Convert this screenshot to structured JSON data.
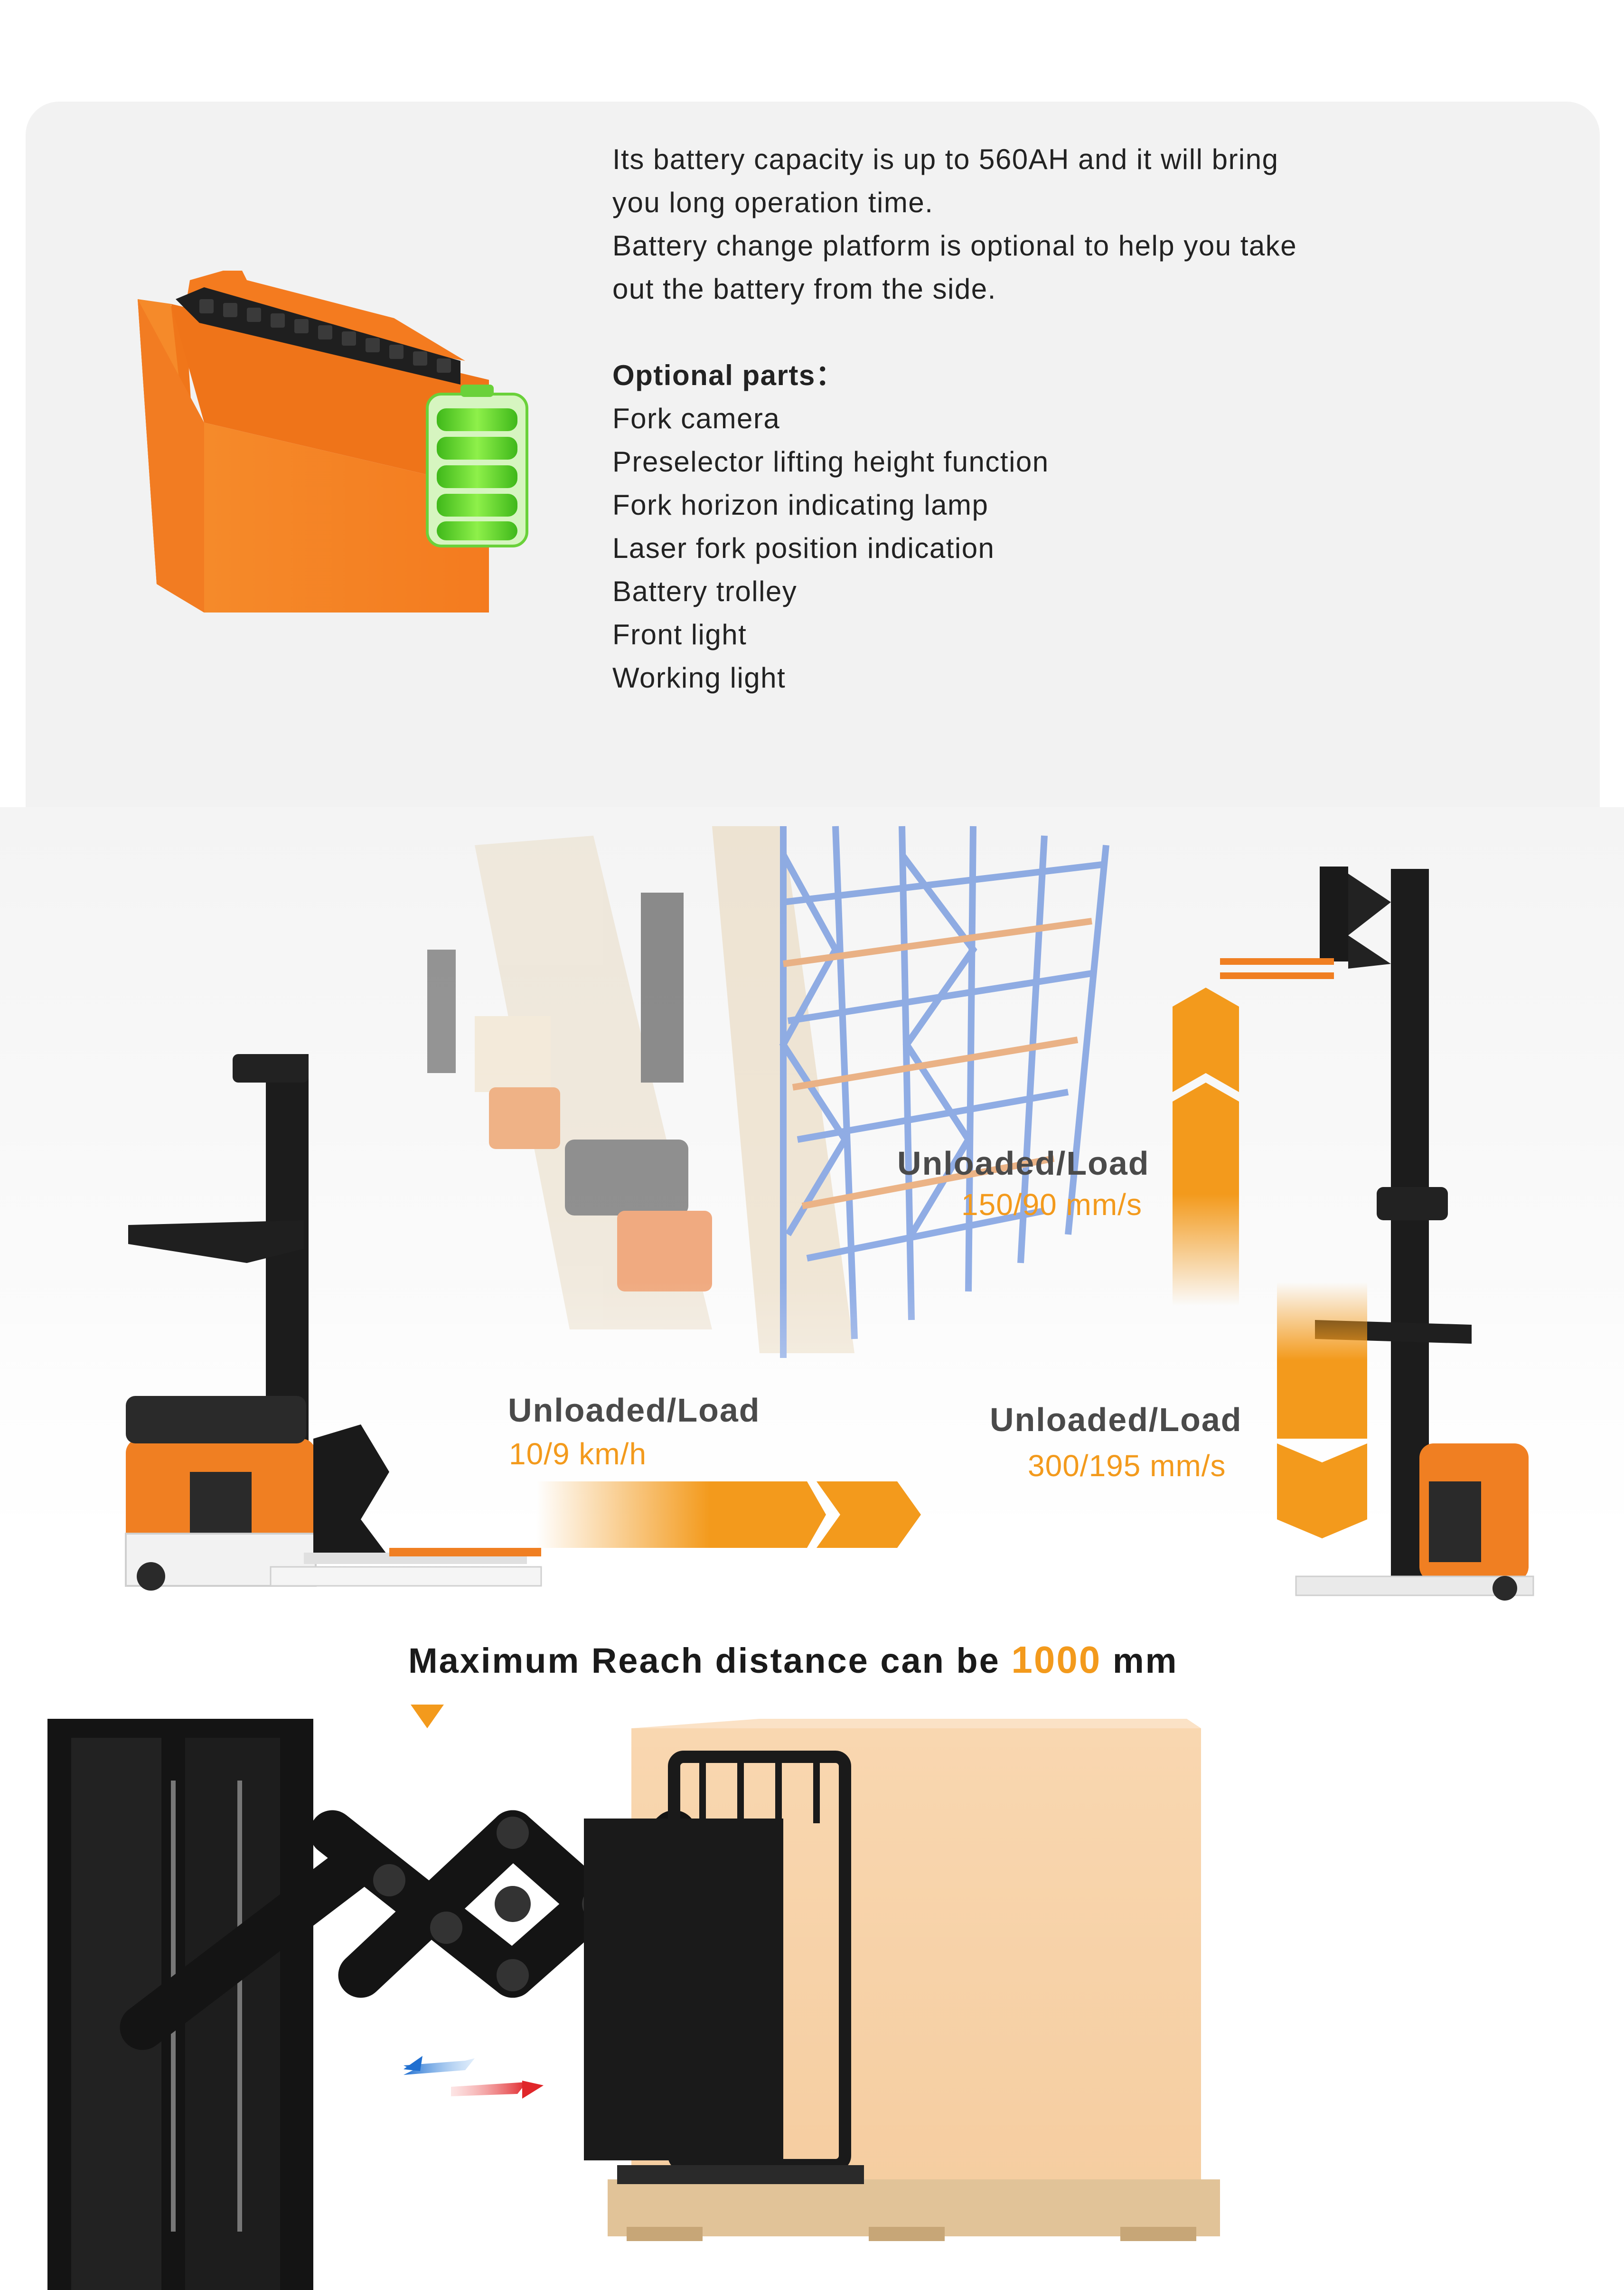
{
  "battery": {
    "line1_pre": "Its battery capacity is up to ",
    "line1_num": "560",
    "line1_post": "AH and it will bring",
    "line2": "you long operation time.",
    "line3": "Battery change platform is optional to help you take",
    "line4": "out the battery from the side.",
    "optional_heading": "Optional parts：",
    "optional_items": [
      "Fork camera",
      "Preselector lifting height function",
      "Fork horizon indicating lamp",
      "Laser fork position indication",
      "Battery trolley",
      "Front light",
      "Working light"
    ]
  },
  "speeds": {
    "lift": {
      "label": "Unloaded/Load",
      "value": "150/90  mm/s"
    },
    "travel": {
      "label": "Unloaded/Load",
      "value": "10/9 km/h"
    },
    "lower": {
      "label": "Unloaded/Load",
      "value": "300/195  mm/s"
    }
  },
  "reach": {
    "title_pre": "Maximum Reach distance can be ",
    "title_num": "1000",
    "title_post": " mm"
  },
  "colors": {
    "accent": "#f39a1c",
    "truck_orange": "#f07f22",
    "battery_green": "#5fd12a",
    "card_bg": "#f2f2f2",
    "arrow_blue": "#3a8de0",
    "arrow_red": "#e53a35"
  }
}
